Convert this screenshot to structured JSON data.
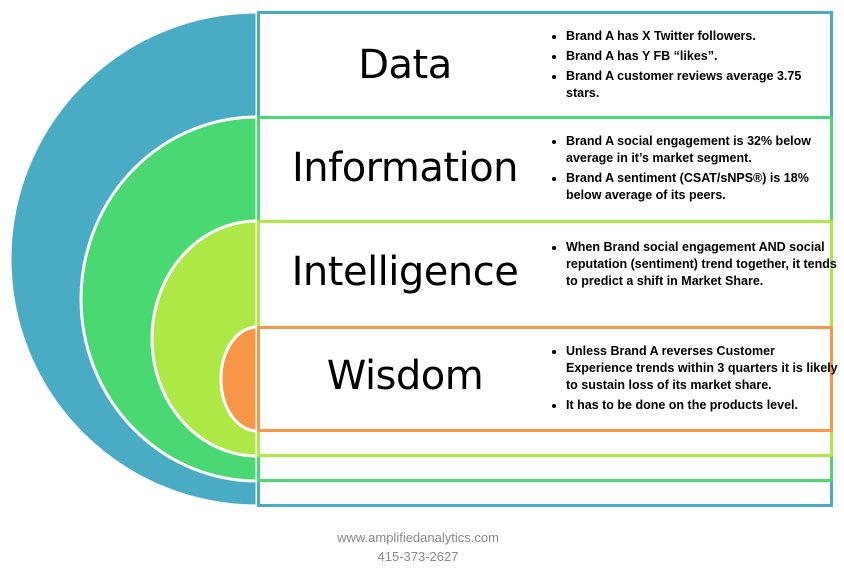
{
  "levels": [
    {
      "title": "Data",
      "color": "#4aabc4",
      "bullets": [
        "Brand A has X Twitter followers.",
        "Brand A has Y FB “likes”.",
        "Brand A customer reviews average 3.75 stars."
      ]
    },
    {
      "title": "Information",
      "color": "#4ad873",
      "bullets": [
        "Brand A social engagement is 32% below average in it’s market segment.",
        "Brand A sentiment (CSAT/sNPS®) is 18% below average of its peers."
      ]
    },
    {
      "title": "Intelligence",
      "color": "#aee846",
      "bullets": [
        "When Brand social engagement AND social reputation (sentiment) trend together, it tends to predict a shift in Market Share."
      ]
    },
    {
      "title": "Wisdom",
      "color": "#f79646",
      "bullets": [
        "Unless Brand A reverses Customer Experience trends within 3 quarters it is likely to sustain loss of its market share.",
        "It has to be done on the products level."
      ]
    }
  ],
  "footer": {
    "website": "www.amplifiedanalytics.com",
    "phone": "415-373-2627"
  }
}
